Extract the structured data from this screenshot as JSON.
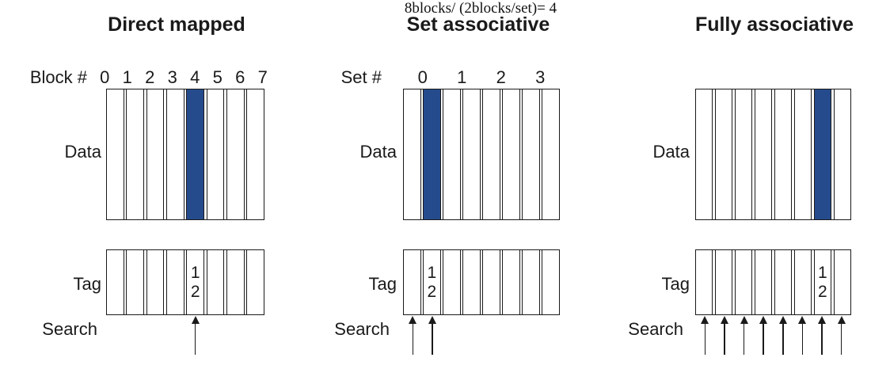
{
  "figure": {
    "annotation": "8blocks/ (2blocks/set)= 4"
  },
  "colors": {
    "highlight": "#254b8c",
    "line": "#1a1a1a",
    "background": "#ffffff"
  },
  "columns": [
    {
      "title": "Direct mapped",
      "index_label": "Block #",
      "index_numbers": [
        "0",
        "1",
        "2",
        "3",
        "4",
        "5",
        "6",
        "7"
      ],
      "data_label": "Data",
      "num_cells": 8,
      "highlighted_cell": 4,
      "tag_label": "Tag",
      "tag_value_cell": 4,
      "tag_value_lines": [
        "1",
        "2"
      ],
      "search_label": "Search",
      "search_arrow_cells": [
        4
      ]
    },
    {
      "title": "Set associative",
      "index_label": "Set #",
      "index_numbers": [
        "0",
        "1",
        "2",
        "3"
      ],
      "data_label": "Data",
      "num_cells": 8,
      "highlighted_cell": 1,
      "tag_label": "Tag",
      "tag_value_cell": 1,
      "tag_value_lines": [
        "1",
        "2"
      ],
      "search_label": "Search",
      "search_arrow_cells": [
        0,
        1
      ]
    },
    {
      "title": "Fully associative",
      "data_label": "Data",
      "num_cells": 8,
      "highlighted_cell": 6,
      "tag_label": "Tag",
      "tag_value_cell": 6,
      "tag_value_lines": [
        "1",
        "2"
      ],
      "search_label": "Search",
      "search_arrow_cells": [
        0,
        1,
        2,
        3,
        4,
        5,
        6,
        7
      ]
    }
  ]
}
